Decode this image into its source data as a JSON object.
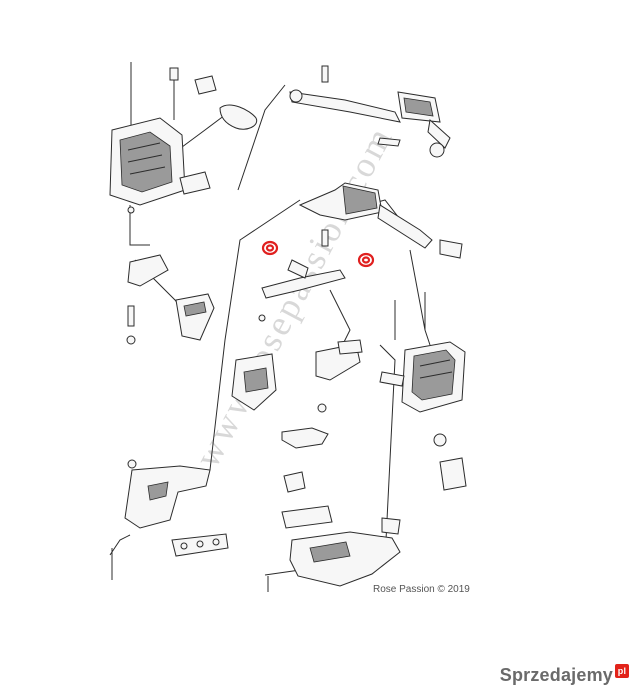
{
  "watermark": "www.rosepassion.com",
  "copyright": "Rose Passion © 2019",
  "branding": {
    "name": "Sprzedajemy",
    "badge_text": "pl"
  },
  "colors": {
    "highlight": "#e0201f",
    "line": "#2c2c2c",
    "brand_badge": "#e2231a"
  },
  "highlighted_parts": [
    "rubber-mount-left",
    "rubber-mount-right"
  ]
}
